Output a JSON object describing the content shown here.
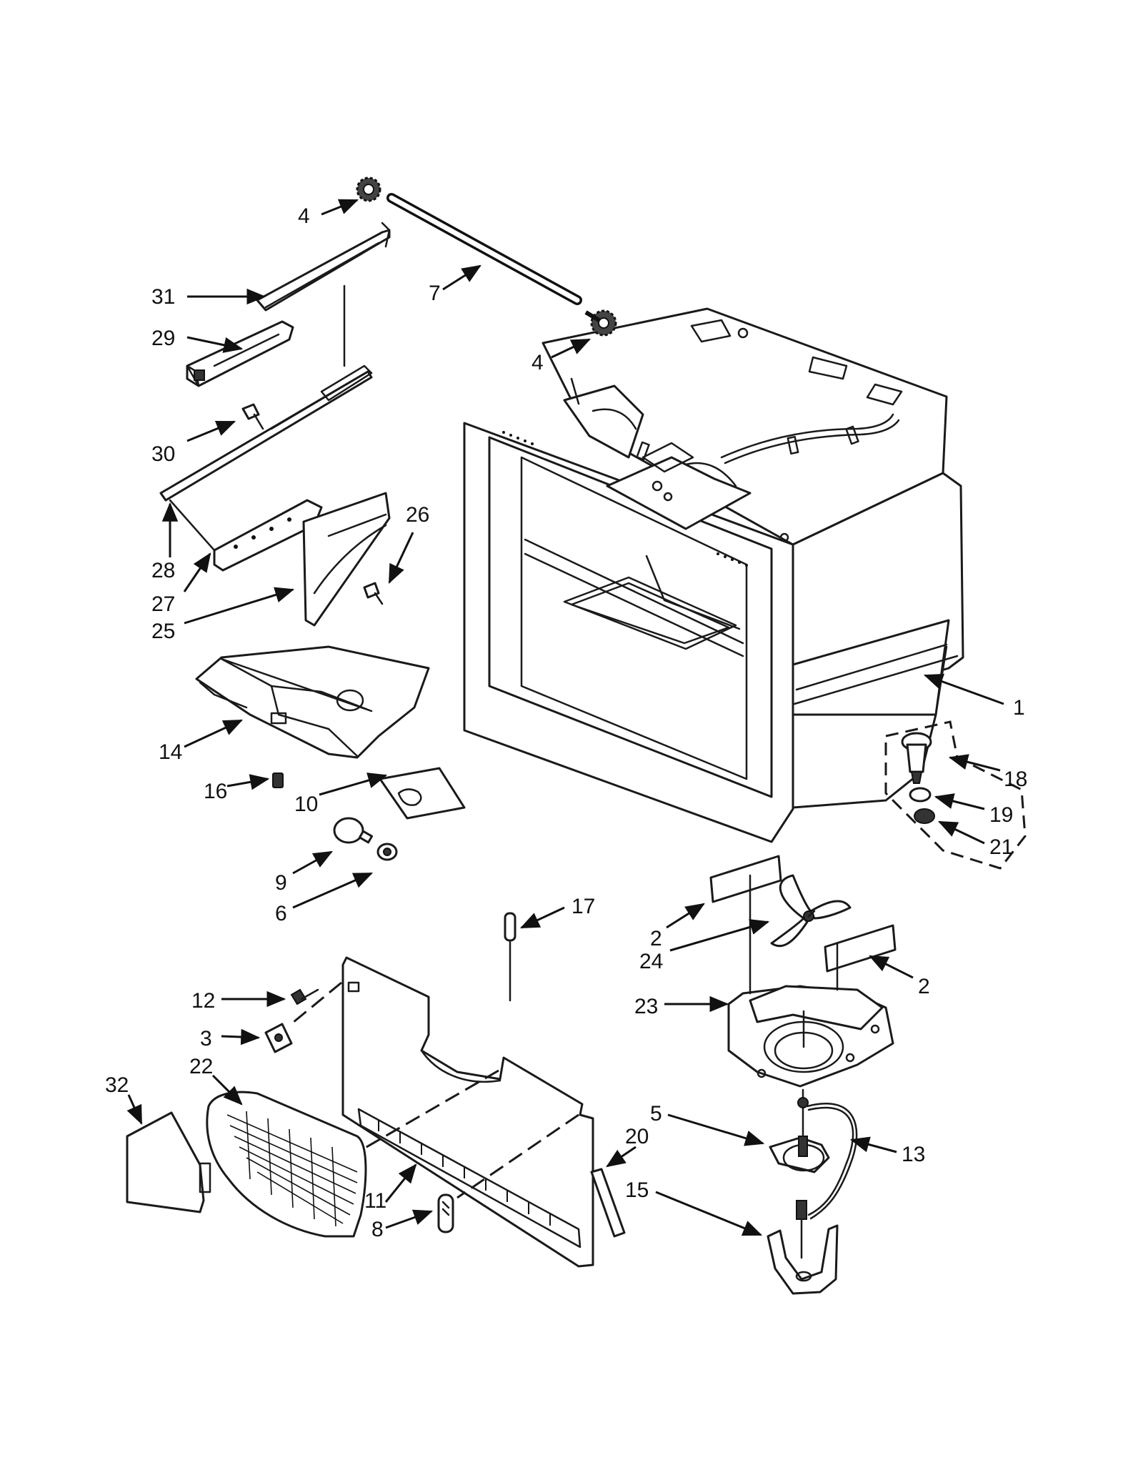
{
  "colors": {
    "ink": "#111111",
    "paper": "#ffffff"
  },
  "callouts": [
    {
      "id": "c4a",
      "label": "4"
    },
    {
      "id": "c7",
      "label": "7"
    },
    {
      "id": "c31",
      "label": "31"
    },
    {
      "id": "c29",
      "label": "29"
    },
    {
      "id": "c4b",
      "label": "4"
    },
    {
      "id": "c30",
      "label": "30"
    },
    {
      "id": "c26",
      "label": "26"
    },
    {
      "id": "c28",
      "label": "28"
    },
    {
      "id": "c27",
      "label": "27"
    },
    {
      "id": "c25",
      "label": "25"
    },
    {
      "id": "c1",
      "label": "1"
    },
    {
      "id": "c18",
      "label": "18"
    },
    {
      "id": "c14",
      "label": "14"
    },
    {
      "id": "c16",
      "label": "16"
    },
    {
      "id": "c10",
      "label": "10"
    },
    {
      "id": "c19",
      "label": "19"
    },
    {
      "id": "c21",
      "label": "21"
    },
    {
      "id": "c9",
      "label": "9"
    },
    {
      "id": "c6",
      "label": "6"
    },
    {
      "id": "c17",
      "label": "17"
    },
    {
      "id": "c2a",
      "label": "2"
    },
    {
      "id": "c24",
      "label": "24"
    },
    {
      "id": "c2b",
      "label": "2"
    },
    {
      "id": "c12",
      "label": "12"
    },
    {
      "id": "c23",
      "label": "23"
    },
    {
      "id": "c3",
      "label": "3"
    },
    {
      "id": "c22",
      "label": "22"
    },
    {
      "id": "c32",
      "label": "32"
    },
    {
      "id": "c5",
      "label": "5"
    },
    {
      "id": "c20",
      "label": "20"
    },
    {
      "id": "c13",
      "label": "13"
    },
    {
      "id": "c15",
      "label": "15"
    },
    {
      "id": "c11",
      "label": "11"
    },
    {
      "id": "c8",
      "label": "8"
    }
  ]
}
